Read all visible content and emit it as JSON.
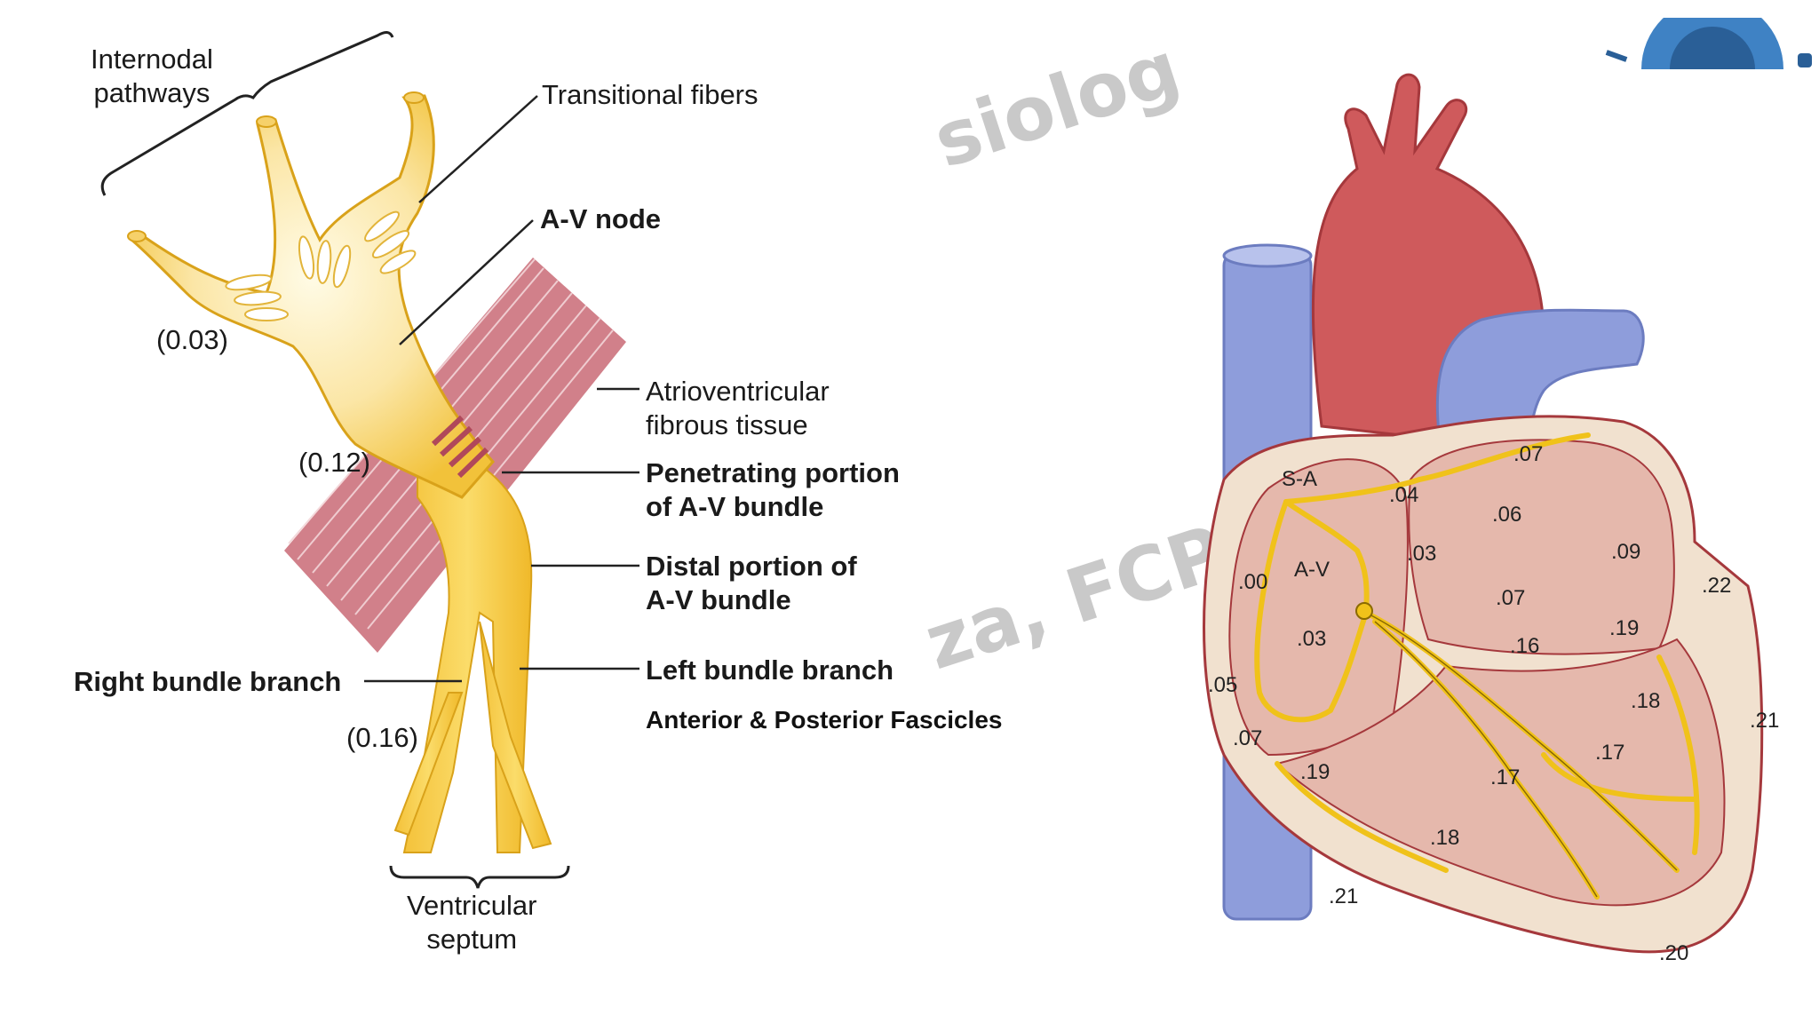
{
  "left_diagram": {
    "internodal": "Internodal\npathways",
    "transitional": "Transitional fibers",
    "av_node": "A-V node",
    "t003": "(0.03)",
    "t012": "(0.12)",
    "t016": "(0.16)",
    "fibrous": "Atrioventricular\nfibrous tissue",
    "penetrating": "Penetrating portion\nof A-V bundle",
    "distal": "Distal portion of\nA-V bundle",
    "left_branch": "Left bundle branch",
    "right_branch": "Right bundle branch",
    "septum": "Ventricular\nseptum",
    "fascicles": "Anterior & Posterior Fascicles"
  },
  "watermark": {
    "top": "siolog",
    "mid": "za, FCP"
  },
  "right_diagram": {
    "sa_label": "S-A",
    "av_label": "A-V",
    "times": [
      ".07",
      ".04",
      ".06",
      ".03",
      ".09",
      ".00",
      ".07",
      ".22",
      ".03",
      ".16",
      ".19",
      ".05",
      ".18",
      ".21",
      ".07",
      ".19",
      ".17",
      ".17",
      ".18",
      ".21",
      ".20"
    ]
  },
  "colors": {
    "conduction": "#f0c21a",
    "muscle": "#b0485a",
    "vein": "#8e9ddb",
    "aorta": "#cf5a5c",
    "myocardium": "#f1e1cf",
    "chamber": "#e5b8ac"
  }
}
